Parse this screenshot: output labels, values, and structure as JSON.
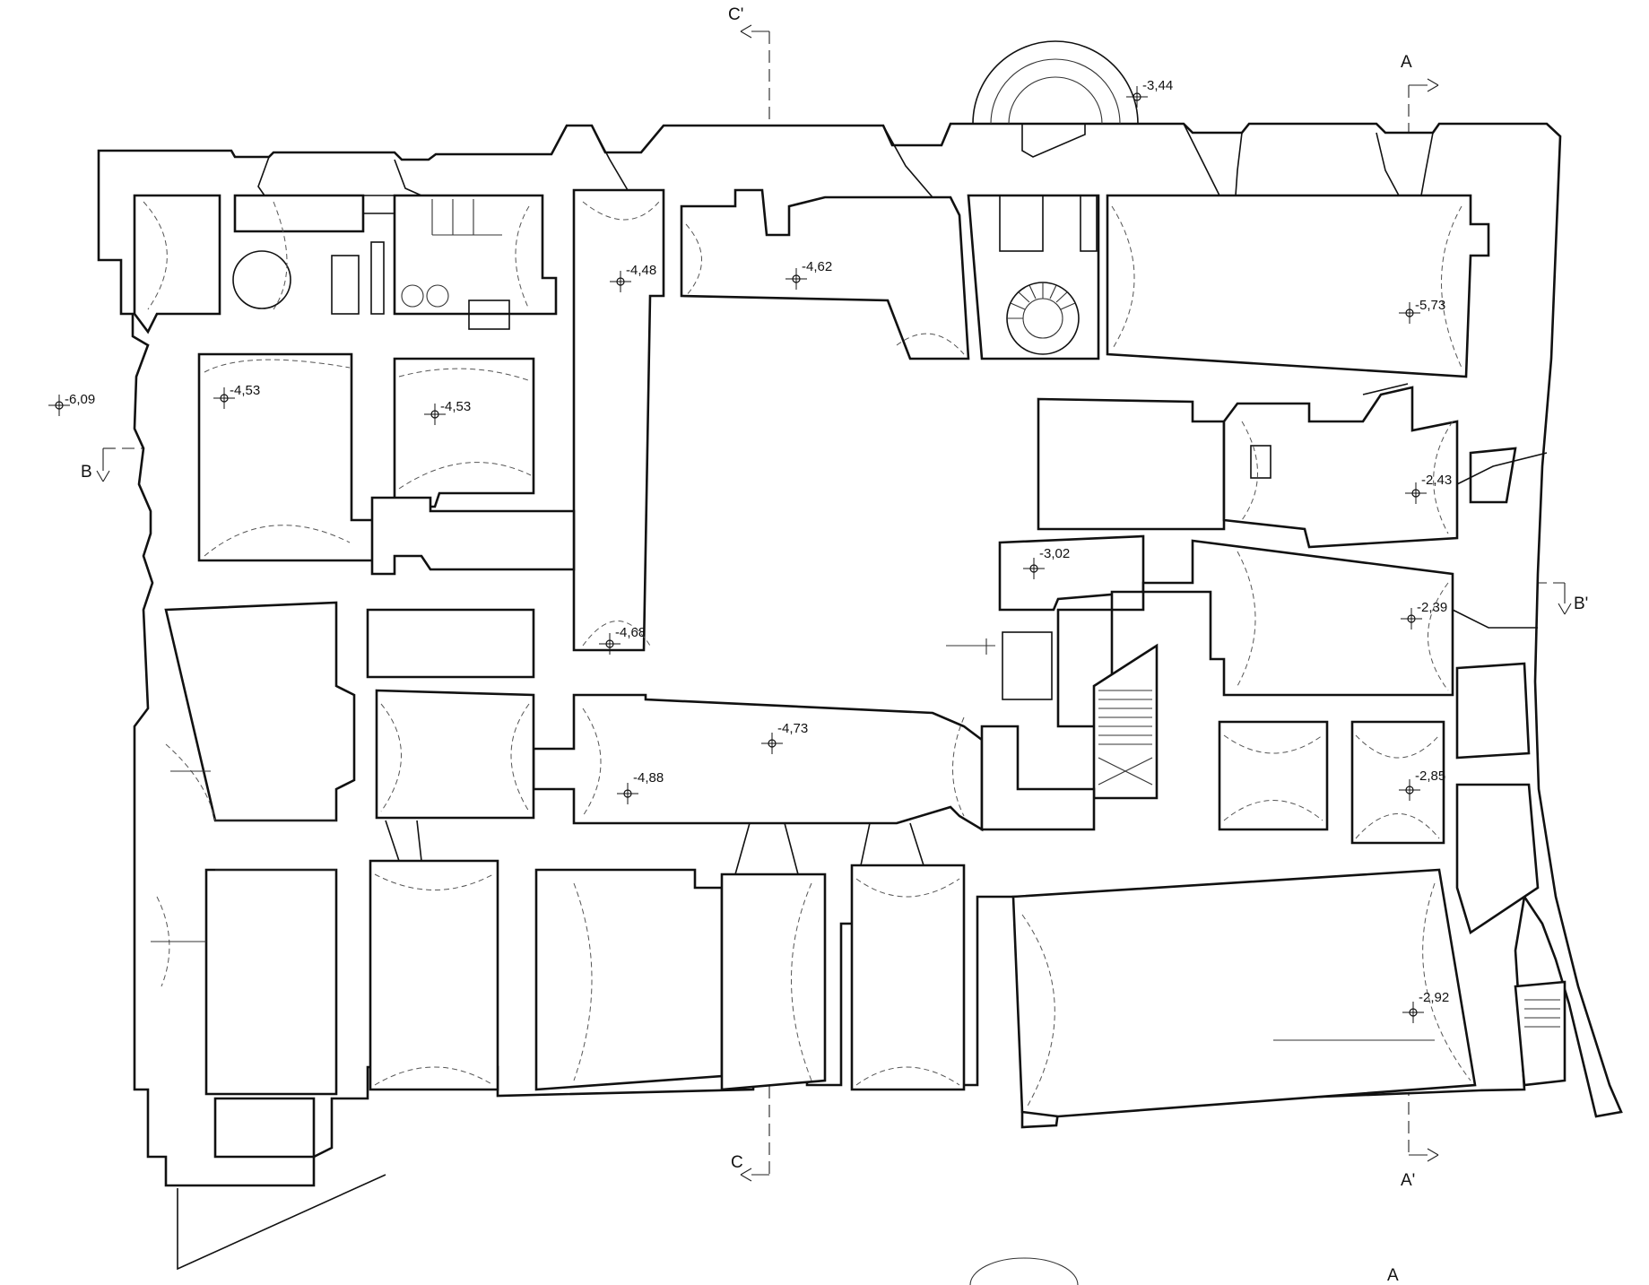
{
  "levels": [
    {
      "id": "lvl-6-09",
      "value": "-6,09"
    },
    {
      "id": "lvl-4-53-a",
      "value": "-4,53"
    },
    {
      "id": "lvl-4-53-b",
      "value": "-4,53"
    },
    {
      "id": "lvl-4-48",
      "value": "-4,48"
    },
    {
      "id": "lvl-4-62",
      "value": "-4,62"
    },
    {
      "id": "lvl-3-44",
      "value": "-3,44"
    },
    {
      "id": "lvl-5-73",
      "value": "-5,73"
    },
    {
      "id": "lvl-2-43",
      "value": "-2,43"
    },
    {
      "id": "lvl-3-02",
      "value": "-3,02"
    },
    {
      "id": "lvl-2-39",
      "value": "-2,39"
    },
    {
      "id": "lvl-4-68",
      "value": "-4,68"
    },
    {
      "id": "lvl-4-73",
      "value": "-4,73"
    },
    {
      "id": "lvl-4-88",
      "value": "-4,88"
    },
    {
      "id": "lvl-2-85",
      "value": "-2,85"
    },
    {
      "id": "lvl-2-92",
      "value": "-2,92"
    }
  ],
  "sections": {
    "a_top": "A",
    "a_bottom": "A'",
    "a_edge": "A",
    "b_left": "B",
    "b_right": "B'",
    "c_top": "C'",
    "c_bottom": "C"
  }
}
